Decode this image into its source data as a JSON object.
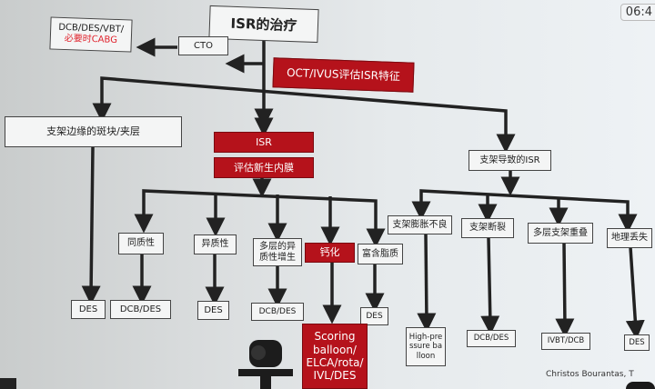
{
  "title": "ISR的治疗",
  "clock": "06:4",
  "cto": "CTO",
  "cto_result": {
    "line1": "DCB/DES/VBT/",
    "line2": "必要时CABG"
  },
  "assess": "OCT/IVUS评估ISR特征",
  "edge": "支架边缘的斑块/夹层",
  "isr": "ISR",
  "neointima": "评估新生内膜",
  "stent_isr": "支架导致的ISR",
  "neointima_types": [
    "同质性",
    "异质性",
    "多层的异质性增生",
    "钙化",
    "富含脂质"
  ],
  "stent_causes": [
    "支架膨胀不良",
    "支架断裂",
    "多层支架重叠",
    "地理丢失"
  ],
  "results": {
    "edge": "DES",
    "homo": "DCB/DES",
    "hetero": "DES",
    "multi": "DCB/DES",
    "lipid": "DES",
    "calcified": "Scoring balloon/ ELCA/rota/ IVL/DES",
    "underexp": "High-pressure balloon",
    "fracture": "DCB/DES",
    "overlap": "IVBT/DCB",
    "geo": "DES"
  },
  "credit": "Christos Bourantas, T",
  "colors": {
    "red": "#b5121b",
    "line": "#222222"
  }
}
